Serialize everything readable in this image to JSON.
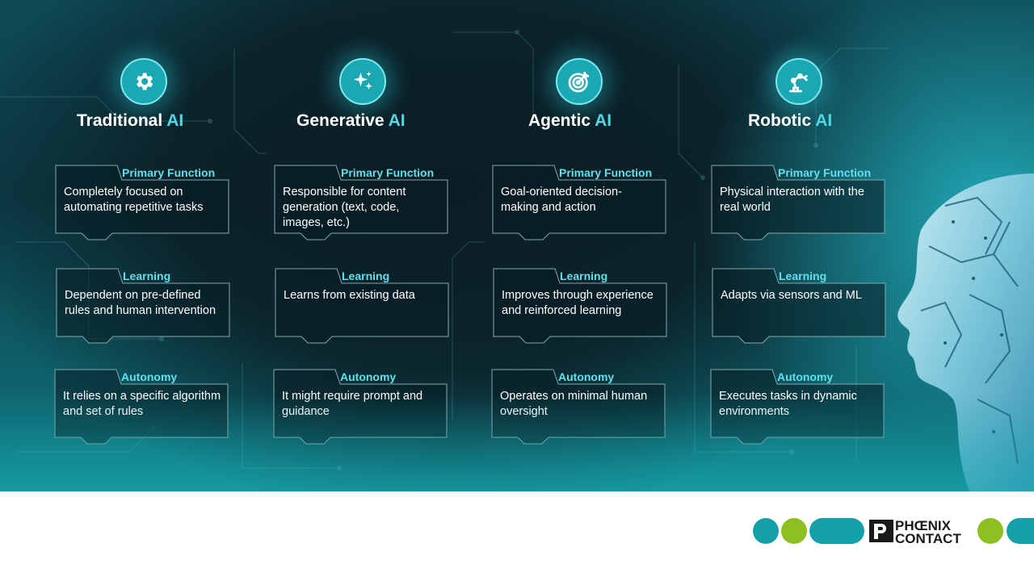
{
  "columns": [
    {
      "title_main": "Traditional",
      "title_accent": "AI",
      "icon": "gear-icon",
      "cards": [
        {
          "label": "Primary Function",
          "text": "Completely focused on automating repetitive tasks"
        },
        {
          "label": "Learning",
          "text": "Dependent on pre-defined rules and human intervention"
        },
        {
          "label": "Autonomy",
          "text": "It relies on a specific algorithm and set of rules"
        }
      ]
    },
    {
      "title_main": "Generative",
      "title_accent": "AI",
      "icon": "sparkles-icon",
      "cards": [
        {
          "label": "Primary Function",
          "text": "Responsible for content generation (text, code, images, etc.)"
        },
        {
          "label": "Learning",
          "text": "Learns from existing data"
        },
        {
          "label": "Autonomy",
          "text": "It might require prompt and guidance"
        }
      ]
    },
    {
      "title_main": "Agentic",
      "title_accent": "AI",
      "icon": "target-icon",
      "cards": [
        {
          "label": "Primary Function",
          "text": "Goal-oriented decision-making and action"
        },
        {
          "label": "Learning",
          "text": "Improves through experience and reinforced learning"
        },
        {
          "label": "Autonomy",
          "text": "Operates on minimal human oversight"
        }
      ]
    },
    {
      "title_main": "Robotic",
      "title_accent": "AI",
      "icon": "robot-arm-icon",
      "cards": [
        {
          "label": "Primary Function",
          "text": "Physical interaction with the real world"
        },
        {
          "label": "Learning",
          "text": "Adapts via sensors and ML"
        },
        {
          "label": "Autonomy",
          "text": "Executes tasks in dynamic environments"
        }
      ]
    }
  ],
  "footer": {
    "logo_line1": "PHŒNIX",
    "logo_line2": "CONTACT"
  },
  "colors": {
    "accent": "#4fd9e6",
    "teal": "#14a0a8",
    "green": "#8cbf1f"
  }
}
